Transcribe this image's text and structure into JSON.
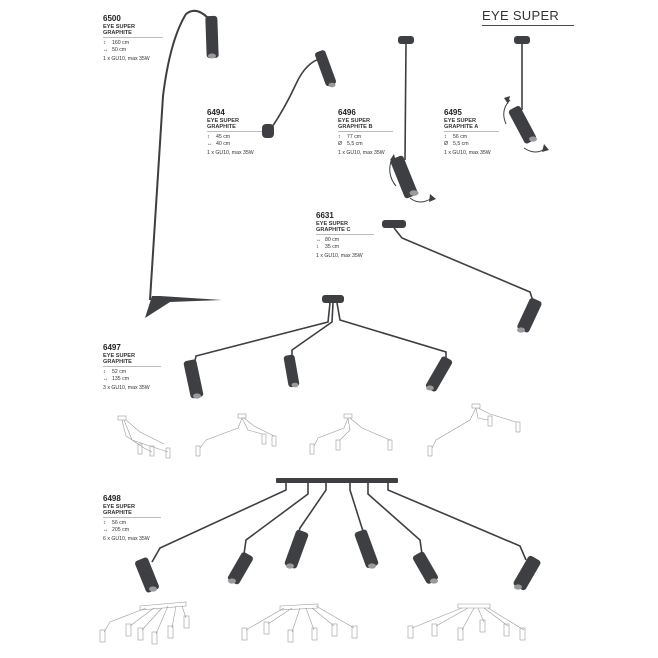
{
  "header": {
    "title": "EYE SUPER"
  },
  "products": [
    {
      "code": "6500",
      "name_lines": [
        "EYE SUPER",
        "GRAPHITE"
      ],
      "dims": [
        {
          "icon": "height-icon",
          "symbol": "↕",
          "text": "160 cm"
        },
        {
          "icon": "width-icon",
          "symbol": "↔",
          "text": "50 cm"
        }
      ],
      "bulb": "1 x GU10, max 35W"
    },
    {
      "code": "6494",
      "name_lines": [
        "EYE SUPER",
        "GRAPHITE"
      ],
      "dims": [
        {
          "icon": "height-icon",
          "symbol": "↕",
          "text": "45 cm"
        },
        {
          "icon": "width-icon",
          "symbol": "↔",
          "text": "40 cm"
        }
      ],
      "bulb": "1 x GU10, max 35W"
    },
    {
      "code": "6496",
      "name_lines": [
        "EYE SUPER",
        "GRAPHITE B"
      ],
      "dims": [
        {
          "icon": "height-icon",
          "symbol": "↕",
          "text": "77 cm"
        },
        {
          "icon": "diameter-icon",
          "symbol": "Ø",
          "text": "5,5 cm"
        }
      ],
      "bulb": "1 x GU10, max 35W"
    },
    {
      "code": "6495",
      "name_lines": [
        "EYE SUPER",
        "GRAPHITE A"
      ],
      "dims": [
        {
          "icon": "height-icon",
          "symbol": "↕",
          "text": "56 cm"
        },
        {
          "icon": "diameter-icon",
          "symbol": "Ø",
          "text": "5,5 cm"
        }
      ],
      "bulb": "1 x GU10, max 35W"
    },
    {
      "code": "6631",
      "name_lines": [
        "EYE SUPER",
        "GRAPHITE C"
      ],
      "dims": [
        {
          "icon": "width-icon",
          "symbol": "↔",
          "text": "80 cm"
        },
        {
          "icon": "height-icon",
          "symbol": "↕",
          "text": "35 cm"
        }
      ],
      "bulb": "1 x GU10, max 35W"
    },
    {
      "code": "6497",
      "name_lines": [
        "EYE SUPER",
        "GRAPHITE"
      ],
      "dims": [
        {
          "icon": "height-icon",
          "symbol": "↕",
          "text": "52 cm"
        },
        {
          "icon": "width-icon",
          "symbol": "↔",
          "text": "135 cm"
        }
      ],
      "bulb": "3 x GU10, max 35W"
    },
    {
      "code": "6498",
      "name_lines": [
        "EYE SUPER",
        "GRAPHITE"
      ],
      "dims": [
        {
          "icon": "height-icon",
          "symbol": "↕",
          "text": "56 cm"
        },
        {
          "icon": "width-icon",
          "symbol": "↔",
          "text": "205 cm"
        }
      ],
      "bulb": "6 x GU10, max 35W"
    }
  ],
  "colors": {
    "graphite": "#3d3f43",
    "accent_rule": "#c8102e",
    "sketch": "#9b9b9b"
  },
  "icons": [
    "height-icon",
    "width-icon",
    "diameter-icon",
    "rotate-arrow-icon"
  ]
}
